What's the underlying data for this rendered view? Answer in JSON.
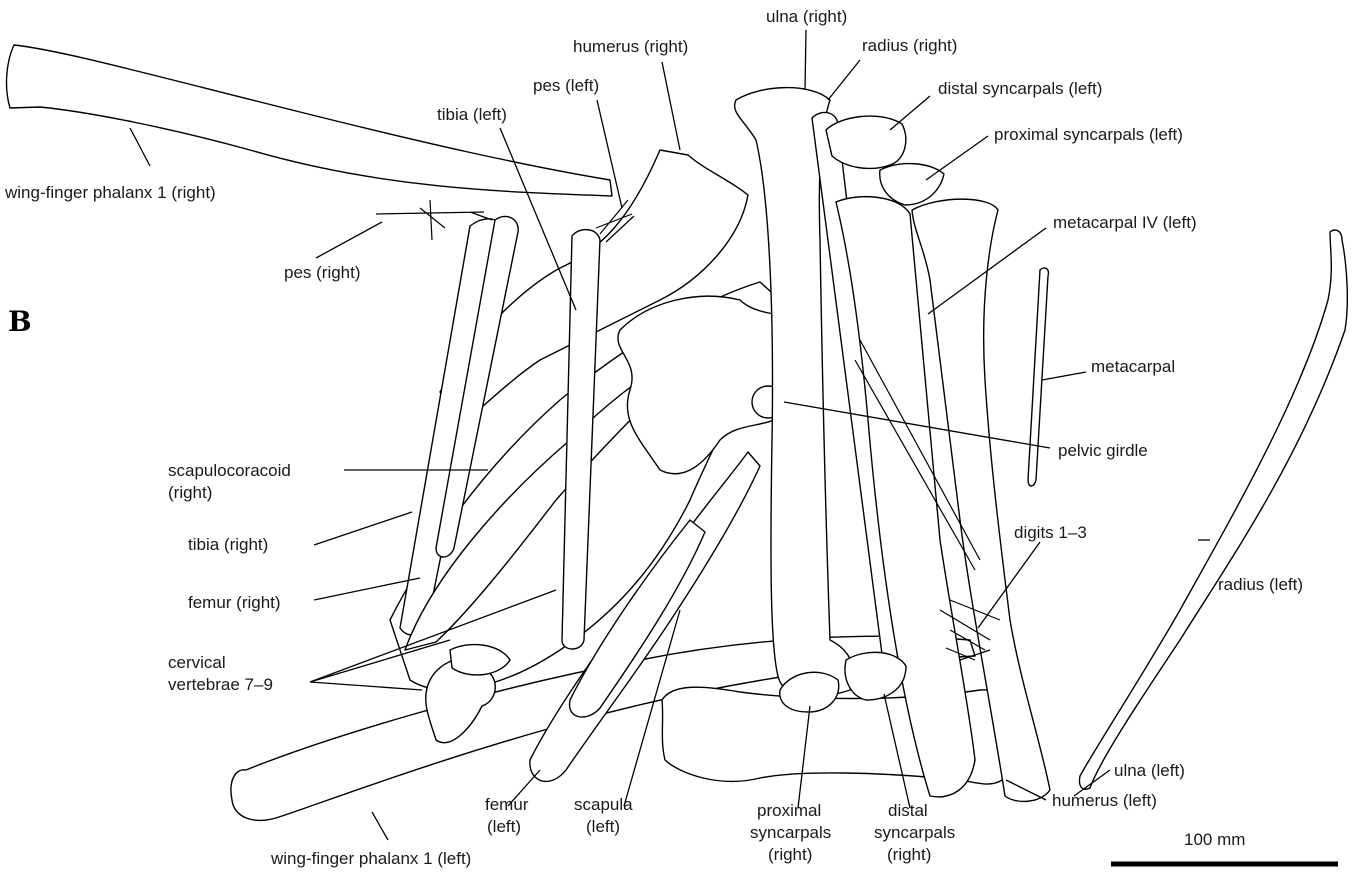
{
  "figure": {
    "panel_letter": "B",
    "scale_bar_label": "100 mm",
    "line_color": "#000000",
    "background": "#ffffff"
  },
  "labels": {
    "wing_finger_phalanx_right": "wing-finger phalanx 1 (right)",
    "pes_right": "pes (right)",
    "tibia_left": "tibia (left)",
    "pes_left": "pes (left)",
    "humerus_right": "humerus (right)",
    "ulna_right": "ulna (right)",
    "radius_right": "radius (right)",
    "distal_syncarpals_left": "distal syncarpals (left)",
    "proximal_syncarpals_left": "proximal syncarpals (left)",
    "metacarpal_iv_left": "metacarpal IV (left)",
    "metacarpal": "metacarpal",
    "pelvic_girdle": "pelvic girdle",
    "digits": "digits 1–3",
    "radius_left": "radius (left)",
    "scapulocoracoid_right_1": "scapulocoracoid",
    "scapulocoracoid_right_2": "(right)",
    "tibia_right": "tibia (right)",
    "femur_right": "femur (right)",
    "cervical_1": "cervical",
    "cervical_2": "vertebrae 7–9",
    "femur_left_1": "femur",
    "femur_left_2": "(left)",
    "scapula_left_1": "scapula",
    "scapula_left_2": "(left)",
    "proximal_syncarpals_right_1": "proximal",
    "proximal_syncarpals_right_2": "syncarpals",
    "proximal_syncarpals_right_3": "(right)",
    "distal_syncarpals_right_1": "distal",
    "distal_syncarpals_right_2": "syncarpals",
    "distal_syncarpals_right_3": "(right)",
    "ulna_left": "ulna (left)",
    "humerus_left": "humerus (left)",
    "wing_finger_phalanx_left": "wing-finger phalanx 1 (left)"
  }
}
